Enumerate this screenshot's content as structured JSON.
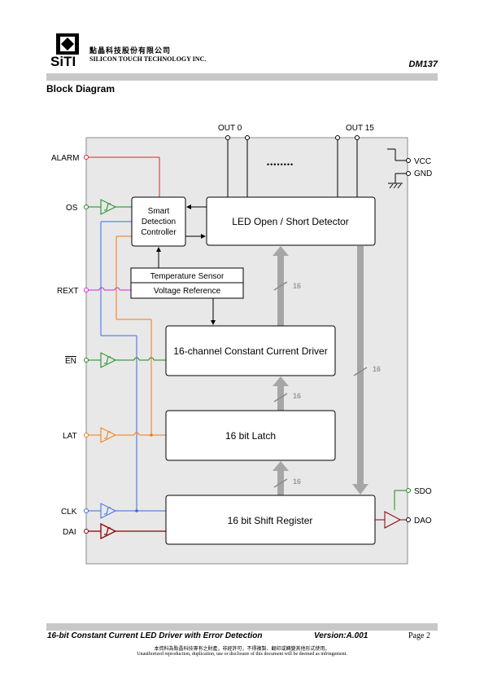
{
  "header": {
    "company_cn": "點晶科技股份有限公司",
    "company_en": "SILICON TOUCH TECHNOLOGY INC.",
    "logo_text": "SiTI",
    "part_number": "DM137"
  },
  "section_title": "Block Diagram",
  "diagram": {
    "pins_left": {
      "alarm": "ALARM",
      "os": "OS",
      "rext": "REXT",
      "en": "EN",
      "lat": "LAT",
      "clk": "CLK",
      "dai": "DAI"
    },
    "pins_top": {
      "out0": "OUT 0",
      "out15": "OUT 15",
      "dots": "••••••••"
    },
    "pins_right": {
      "vcc": "VCC",
      "gnd": "GND",
      "sdo": "SDO",
      "dao": "DAO"
    },
    "blocks": {
      "smart_l1": "Smart",
      "smart_l2": "Detection",
      "smart_l3": "Controller",
      "led_detector": "LED Open / Short Detector",
      "temp_sensor": "Temperature Sensor",
      "volt_ref": "Voltage Reference",
      "ccd": "16-channel Constant Current Driver",
      "latch": "16 bit Latch",
      "shift_reg": "16 bit Shift Register"
    },
    "bus_labels": {
      "bus1": "16",
      "bus2": "16",
      "bus3": "16",
      "bus4": "16"
    },
    "colors": {
      "alarm": "#d32a2a",
      "os": "#1a8a1a",
      "rext": "#e020e0",
      "en": "#1a8a1a",
      "lat": "#f07a10",
      "clk": "#3a6ae0",
      "dai": "#8b0000",
      "bus": "#a6a6a6",
      "background": "#e8e8e8"
    }
  },
  "footer": {
    "title": "16-bit Constant Current LED Driver with Error Detection",
    "version": "Version:A.001",
    "page": "Page 2",
    "notice_cn": "本資料為點晶科技專有之財產，非經許可，不得複製、翻印或轉變其他形式使用。",
    "notice_en": "Unauthorized reproduction, duplication, use or disclosure of this document will be deemed as infringement."
  }
}
